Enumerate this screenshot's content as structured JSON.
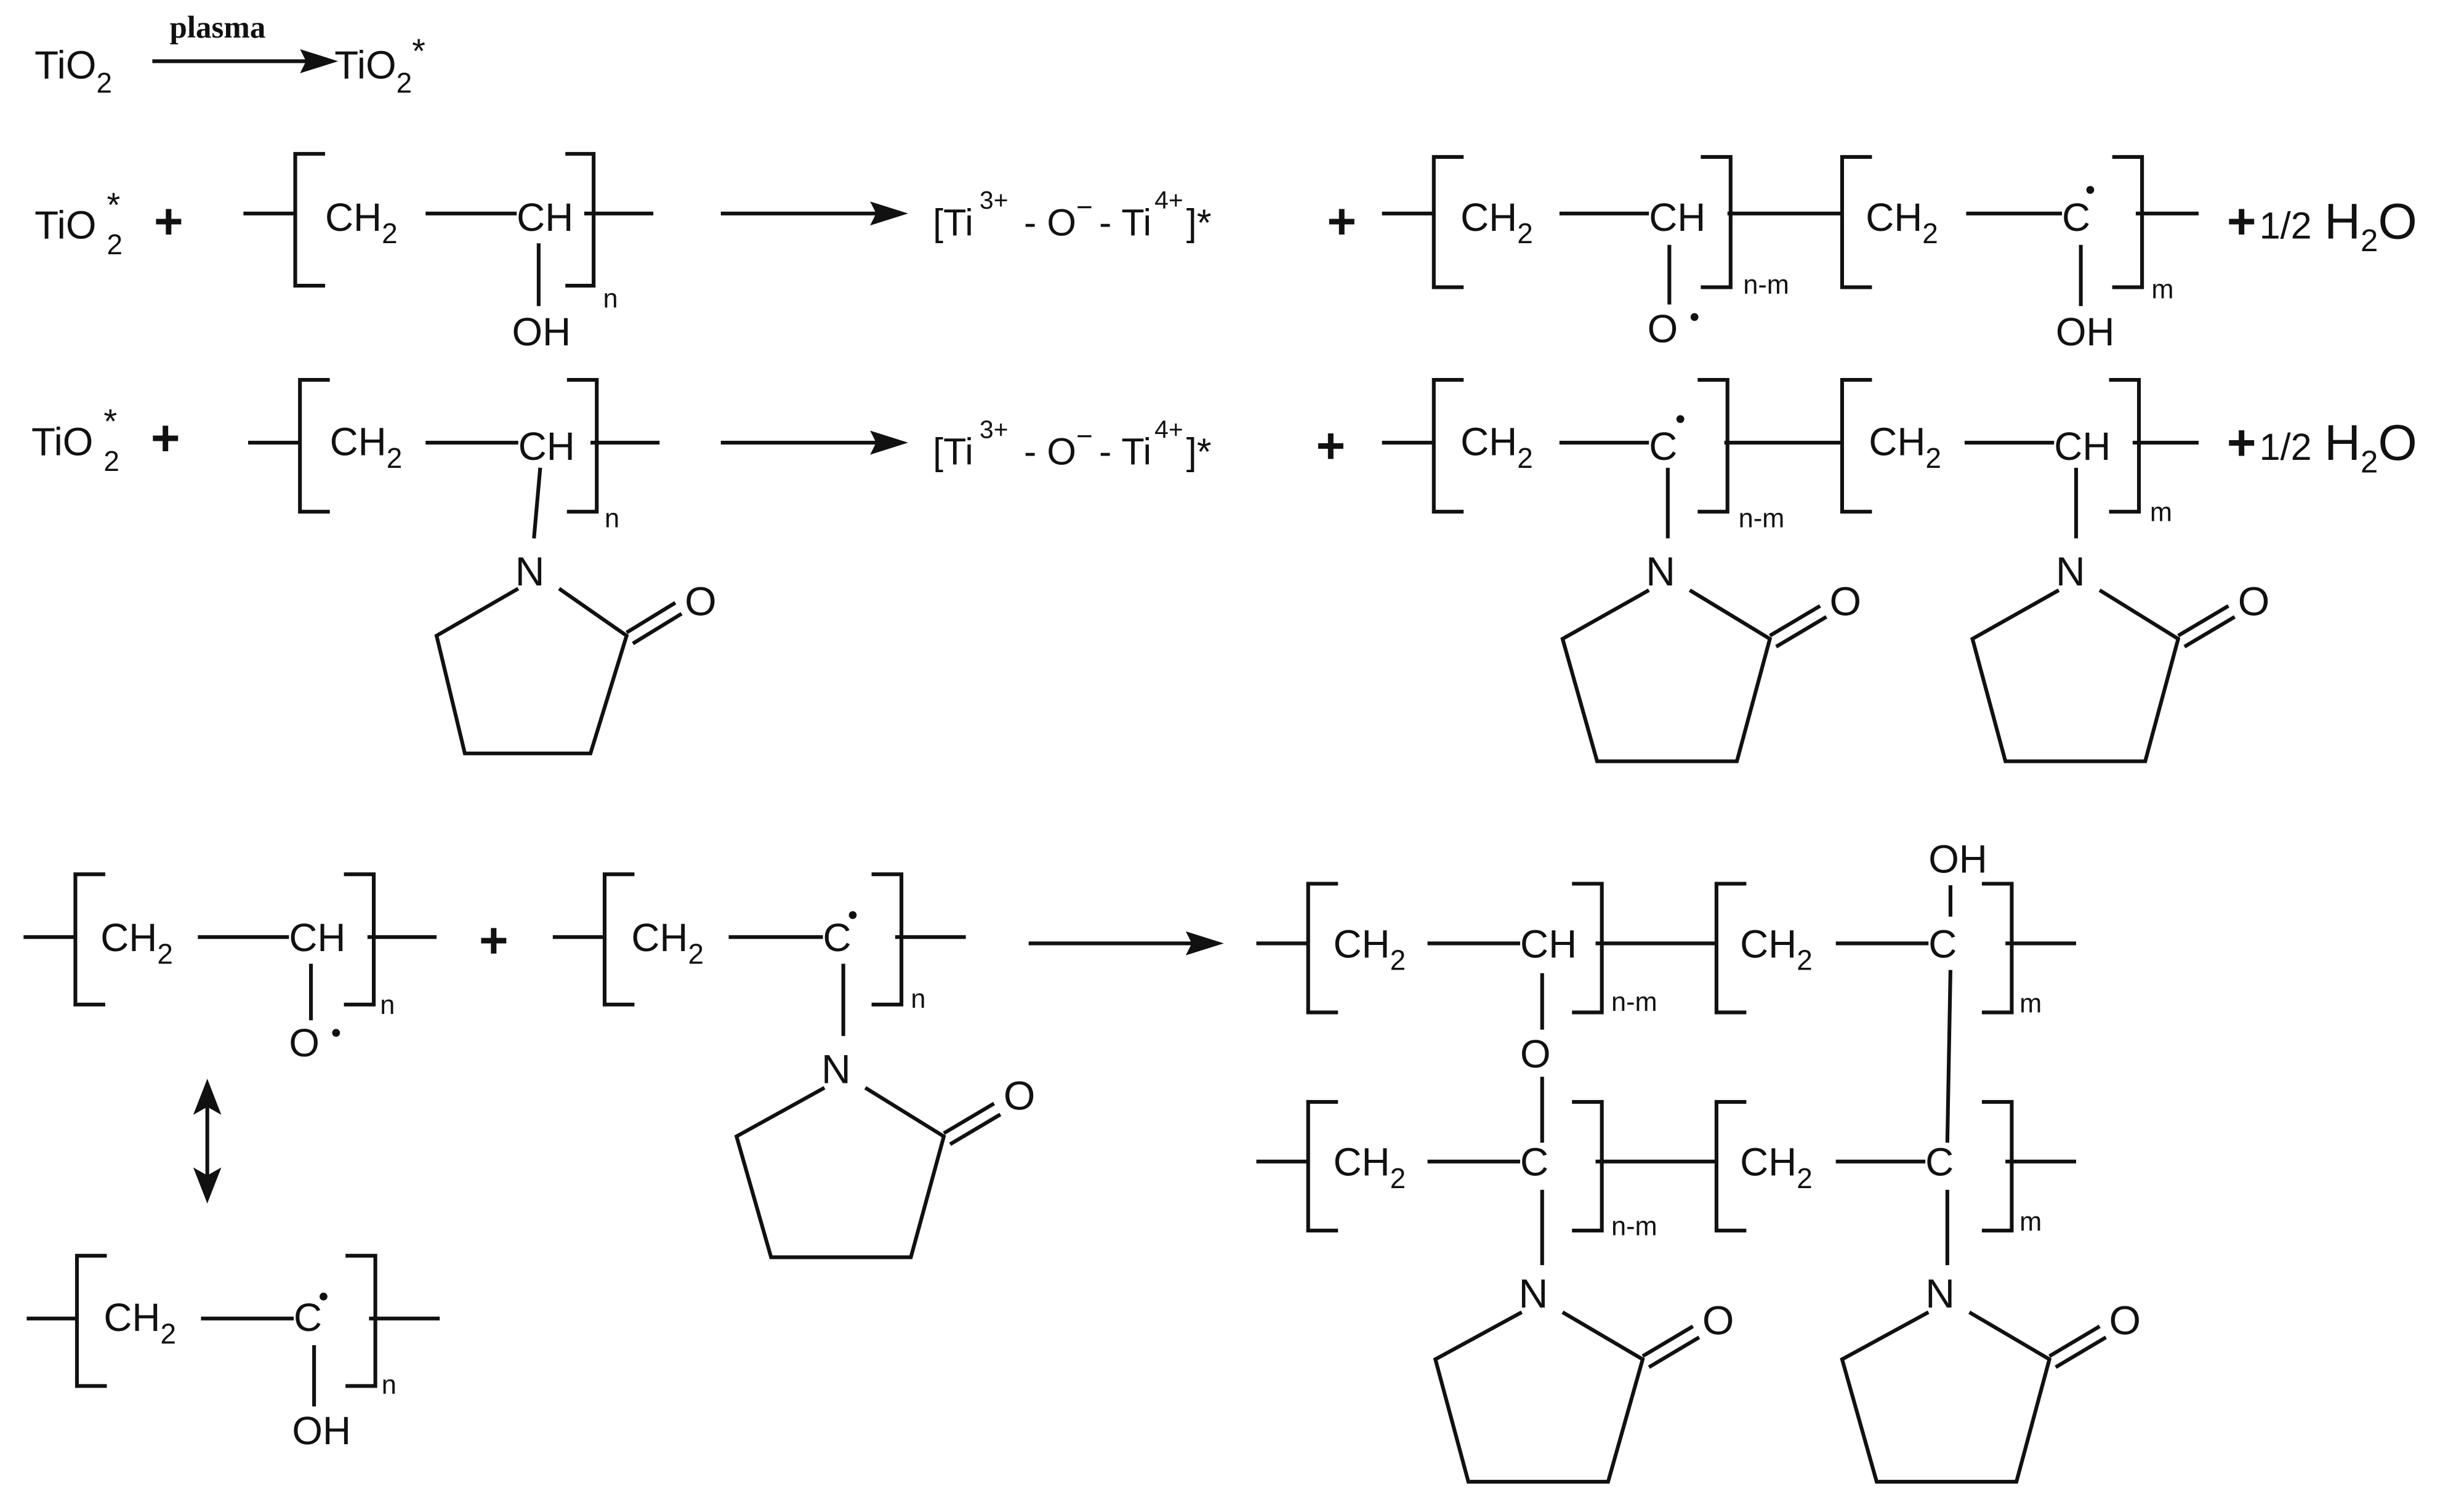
{
  "reaction0": {
    "reactant": "TiO",
    "sub": "2",
    "arrow_label": "plasma",
    "product": "TiO",
    "product_sub": "2",
    "product_star": "*"
  },
  "reaction1": {
    "tio": "TiO",
    "tio_sub": "2",
    "tio_star": "*",
    "plus": "+",
    "ch2": "CH",
    "ch2_sub": "2",
    "ch": "CH",
    "oh": "OH",
    "n": "n",
    "bracket_ti_open": "[Ti",
    "ti3": "3+",
    "o_part": "- O",
    "o_minus": "−",
    "ti_part": "- Ti",
    "ti4": "4+",
    "close_star": "]*",
    "o_radical": "O",
    "c_radical": "C",
    "nm": "n-m",
    "m": "m",
    "water_coef": "1/2",
    "water_h": "H",
    "water_sub": "2",
    "water_o": "O"
  },
  "reaction2": {
    "n_label": "n",
    "N": "N",
    "O": "O"
  },
  "reaction3": {
    "oh_top": "OH",
    "o_link": "O",
    "arrow_icon": "resonance-double-arrow-icon"
  }
}
